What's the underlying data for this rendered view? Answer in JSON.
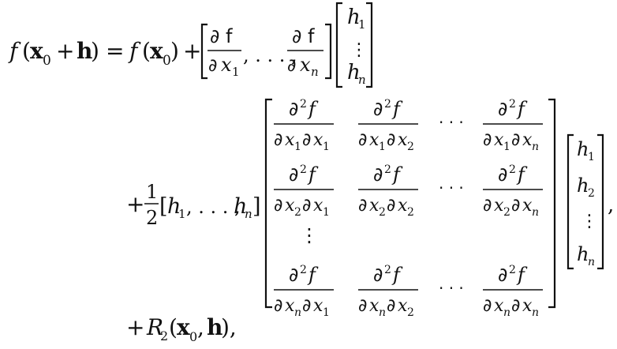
{
  "equation": {
    "line1": {
      "lhs_f": "f",
      "lhs_open": "(",
      "lhs_x": "x",
      "lhs_x_sub": "0",
      "lhs_plus": "+",
      "lhs_h": "h",
      "lhs_close": ")",
      "equals": "=",
      "rhs_f": "f",
      "rhs_open": "(",
      "rhs_x": "x",
      "rhs_x_sub": "0",
      "rhs_close": ")",
      "plus": "+",
      "grad_row": [
        {
          "num": "∂ f",
          "den_d": "∂",
          "den_x": "x",
          "den_sub": "1"
        },
        {
          "num": "∂ f",
          "den_d": "∂",
          "den_x": "x",
          "den_sub": "n"
        }
      ],
      "grad_sep": ", . . . ,",
      "hcol": {
        "top": "h",
        "top_sub": "1",
        "dots": "⋮",
        "bottom": "h",
        "bottom_sub": "n"
      }
    },
    "line2": {
      "plus": "+",
      "half_num": "1",
      "half_den": "2",
      "hrow_open": "[",
      "hrow_h1": "h",
      "hrow_h1_sub": "1",
      "hrow_mid": ", . . . ,",
      "hrow_hn": "h",
      "hrow_hn_sub": "n",
      "hrow_close": "]",
      "hessian_num": "∂",
      "hessian_num_exp": "2",
      "hessian_num_f": "f",
      "hessian_rows": [
        {
          "r": "1",
          "cols": [
            "1",
            "2",
            "n"
          ]
        },
        {
          "r": "2",
          "cols": [
            "1",
            "2",
            "n"
          ]
        },
        {
          "r": "n",
          "cols": [
            "1",
            "2",
            "n"
          ]
        }
      ],
      "hdots": "· · ·",
      "vdots": "⋮",
      "hcol": [
        "1",
        "2",
        "⋮",
        "n"
      ],
      "hcol_h": "h",
      "trailing": ","
    },
    "line3": {
      "plus": "+",
      "R": "R",
      "R_sub": "2",
      "open": "(",
      "x": "x",
      "x_sub": "0",
      "comma": ",",
      "h": "h",
      "close": "),"
    }
  }
}
